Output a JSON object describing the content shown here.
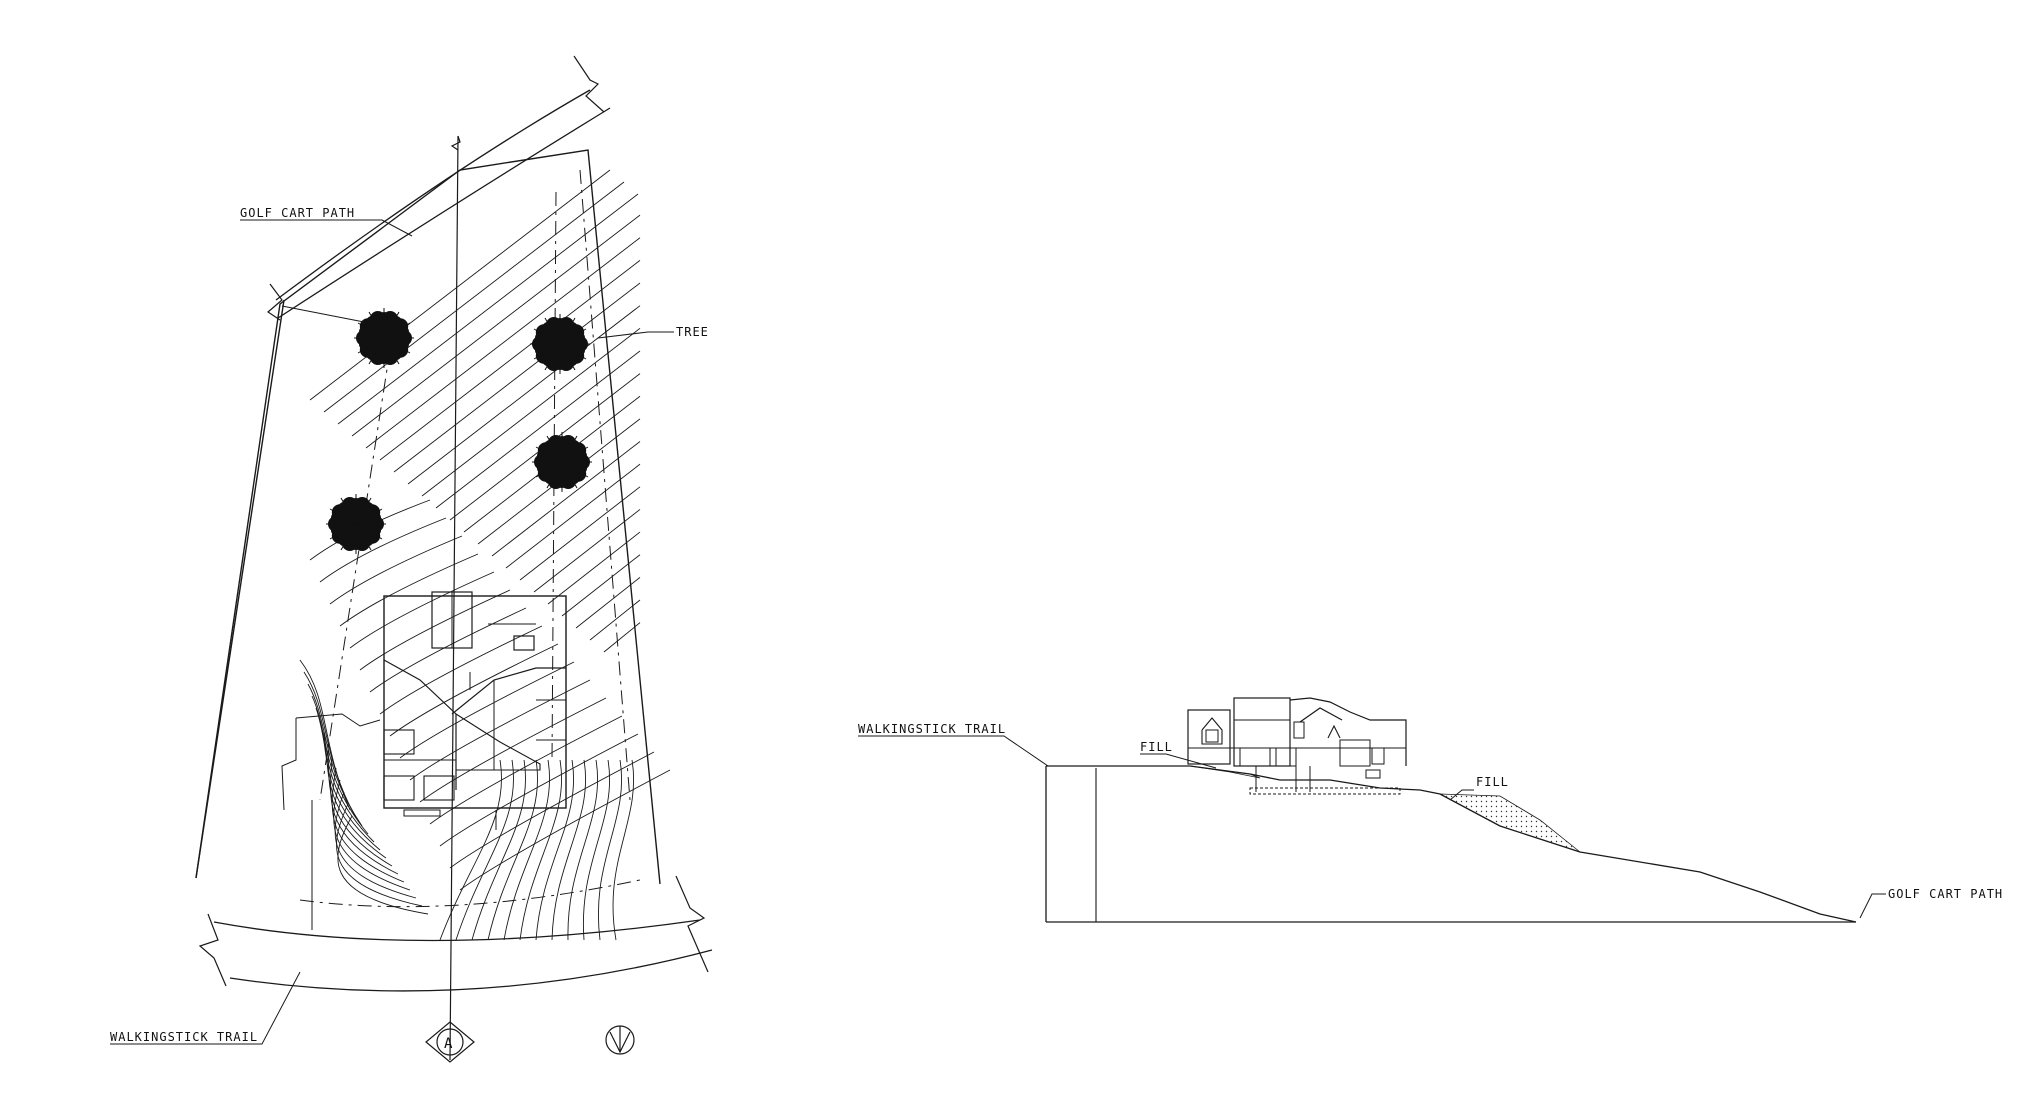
{
  "site_plan": {
    "labels": {
      "golf_cart_path": "GOLF CART PATH",
      "tree": "TREE",
      "walkingstick_trail": "WALKINGSTICK TRAIL",
      "section_marker": "A"
    }
  },
  "section": {
    "labels": {
      "walkingstick_trail": "WALKINGSTICK TRAIL",
      "golf_cart_path": "GOLF CART PATH",
      "fill_upper": "FILL",
      "fill_lower": "FILL"
    }
  },
  "colors": {
    "ink": "#1a1a1a",
    "background": "#ffffff",
    "tree": "#111111"
  }
}
